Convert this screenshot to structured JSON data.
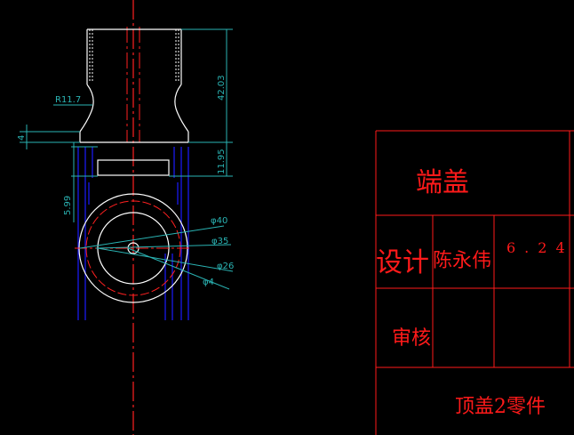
{
  "drawing": {
    "colors": {
      "background": "#000000",
      "outline": "#ffffff",
      "center_line": "#ff2020",
      "dimension": "#2ab3b3",
      "hidden": "#1a1aff",
      "title_block": "#ff1a1a"
    },
    "dimensions": {
      "radius": "R11.7",
      "height_total": "42.03",
      "flange_thickness": "4",
      "lower_height": "11.95",
      "bottom_height": "5.99",
      "dia_outer": "φ40",
      "dia_mid": "φ35",
      "dia_inner": "φ26",
      "dia_hole": "φ4"
    }
  },
  "title_block": {
    "part_name": "端盖",
    "design_label": "设计",
    "designer": "陈永伟",
    "date": "6.24",
    "review_label": "审核",
    "drawing_title": "顶盖2零件"
  }
}
